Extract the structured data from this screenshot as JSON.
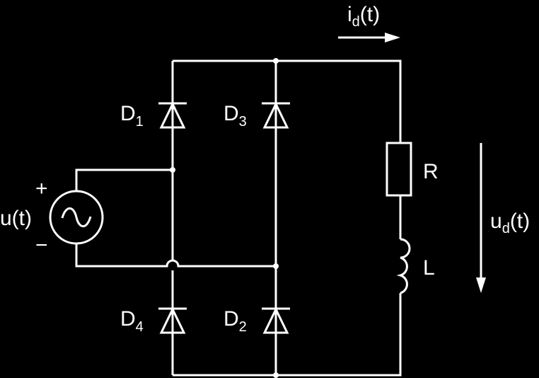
{
  "colors": {
    "background": "#000000",
    "stroke": "#ffffff"
  },
  "diodes": [
    {
      "name": "D",
      "index": "1"
    },
    {
      "name": "D",
      "index": "3"
    },
    {
      "name": "D",
      "index": "4"
    },
    {
      "name": "D",
      "index": "2"
    }
  ],
  "source": {
    "label": "u(t)",
    "plus": "+",
    "minus": "−",
    "icon": "ac-sine-icon"
  },
  "resistor": {
    "label": "R"
  },
  "inductor": {
    "label": "L"
  },
  "current": {
    "base": "i",
    "sub": "d",
    "arg": "(t)"
  },
  "voltage": {
    "base": "u",
    "sub": "d",
    "arg": "(t)"
  }
}
